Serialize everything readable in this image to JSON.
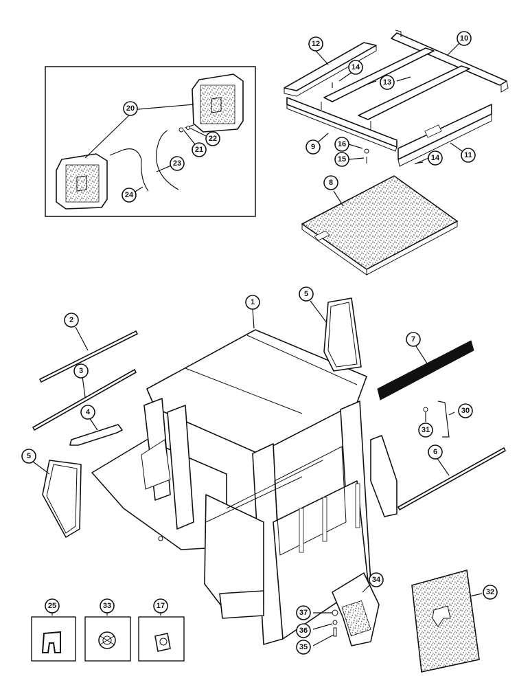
{
  "diagram": {
    "callouts": {
      "p1": "1",
      "p2": "2",
      "p3": "3",
      "p4": "4",
      "p5a": "5",
      "p5b": "5",
      "p6": "6",
      "p7": "7",
      "p8": "8",
      "p9": "9",
      "p10": "10",
      "p11": "11",
      "p12": "12",
      "p13": "13",
      "p14a": "14",
      "p14b": "14",
      "p15": "15",
      "p16": "16",
      "p17": "17",
      "p20": "20",
      "p21": "21",
      "p22": "22",
      "p23": "23",
      "p24": "24",
      "p25": "25",
      "p30": "30",
      "p31": "31",
      "p32": "32",
      "p33": "33",
      "p34": "34",
      "p35": "35",
      "p36": "36",
      "p37": "37"
    }
  }
}
